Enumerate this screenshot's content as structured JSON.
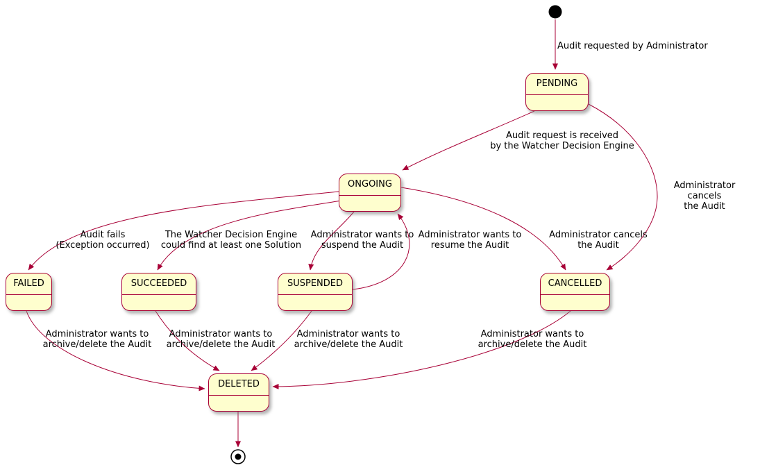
{
  "colors": {
    "state_fill": "#FEFECE",
    "state_border": "#A80036",
    "arrow": "#A80036",
    "text": "#000000"
  },
  "states": {
    "pending": "PENDING",
    "ongoing": "ONGOING",
    "failed": "FAILED",
    "succeeded": "SUCCEEDED",
    "suspended": "SUSPENDED",
    "cancelled": "CANCELLED",
    "deleted": "DELETED"
  },
  "transitions": {
    "start_pending": "Audit requested by Administrator",
    "pending_ongoing": "Audit request is received\nby the Watcher Decision Engine",
    "pending_cancelled": "Administrator cancels\nthe Audit",
    "ongoing_failed": "Audit fails\n(Exception occurred)",
    "ongoing_succeeded": "The Watcher Decision Engine\ncould find at least one Solution",
    "ongoing_suspended": "Administrator wants to\nsuspend the Audit",
    "suspended_ongoing": "Administrator wants to\nresume the Audit",
    "ongoing_cancelled": "Administrator cancels\nthe Audit",
    "failed_deleted": "Administrator wants to\narchive/delete the Audit",
    "succeeded_deleted": "Administrator wants to\narchive/delete the Audit",
    "suspended_deleted": "Administrator wants to\narchive/delete the Audit",
    "cancelled_deleted": "Administrator wants to\narchive/delete the Audit"
  }
}
